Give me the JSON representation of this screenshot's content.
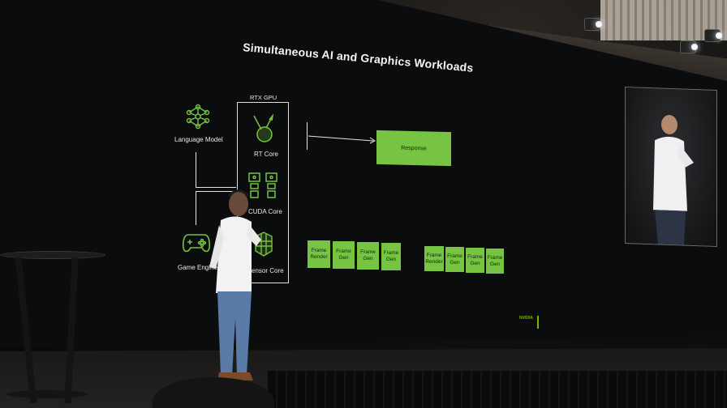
{
  "slide": {
    "title": "Simultaneous AI and Graphics Workloads",
    "gpu_label": "RTX GPU",
    "language_model": "Language Model",
    "game_engine": "Game Engine",
    "rt_core": "RT Core",
    "cuda_core": "CUDA Core",
    "tensor_core": "ensor Core",
    "response": "Response",
    "frames_group_1": [
      {
        "line1": "Frame",
        "line2": "Render"
      },
      {
        "line1": "Frame",
        "line2": "Gen"
      },
      {
        "line1": "Frame",
        "line2": "Gen"
      },
      {
        "line1": "Frame",
        "line2": "Gen"
      }
    ],
    "frames_group_2": [
      {
        "line1": "Frame",
        "line2": "Render"
      },
      {
        "line1": "Frame",
        "line2": "Gen"
      },
      {
        "line1": "Frame",
        "line2": "Gen"
      },
      {
        "line1": "Frame",
        "line2": "Gen"
      }
    ],
    "logo_text": "NVIDIA"
  },
  "colors": {
    "accent_green": "#76c442",
    "nvidia_green": "#76b900",
    "screen_bg": "#0b0c0d",
    "text": "#e8e8e8"
  },
  "icons": [
    "neural-network-icon",
    "rt-core-icon",
    "cuda-core-icon",
    "gamepad-icon",
    "tensor-core-icon"
  ]
}
